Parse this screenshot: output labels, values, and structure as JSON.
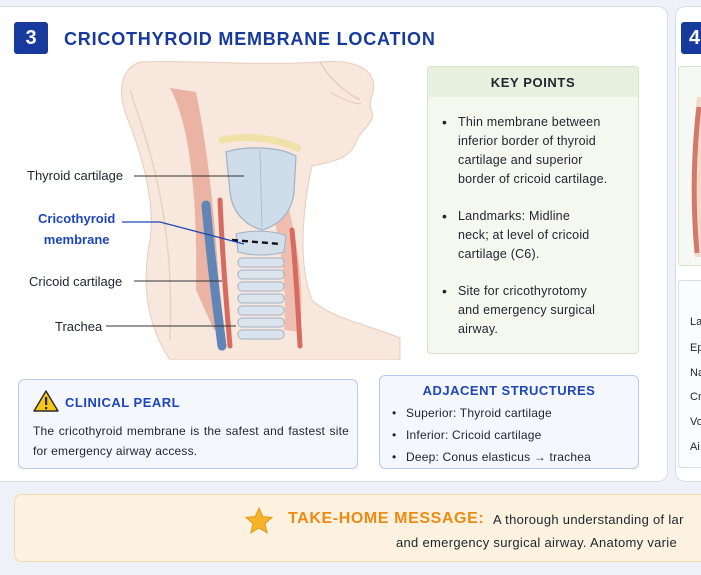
{
  "section": {
    "number": "3",
    "title": "CRICOTHYROID MEMBRANE LOCATION"
  },
  "illustration_labels": {
    "thyroid": "Thyroid cartilage",
    "cricothyroid_line1": "Cricothyroid",
    "cricothyroid_line2": "membrane",
    "cricoid": "Cricoid cartilage",
    "trachea": "Trachea"
  },
  "key_points": {
    "title": "KEY POINTS",
    "items": [
      {
        "bullet": "•",
        "lines": [
          "Thin membrane between",
          "inferior border of thyroid",
          "cartilage and superior",
          "border of cricoid cartilage."
        ]
      },
      {
        "bullet": "•",
        "lines": [
          "Landmarks: Midline",
          "neck; at level of cricoid",
          "cartilage (C6)."
        ]
      },
      {
        "bullet": "•",
        "lines": [
          "Site for cricothyrotomy",
          "and emergency surgical",
          "airway."
        ]
      }
    ]
  },
  "clinical_pearl": {
    "icon": "warning-icon",
    "title": "CLINICAL PEARL",
    "body": "The cricothyroid membrane is the safest and fastest site for emergency airway access."
  },
  "adjacent_structures": {
    "title": "ADJACENT STRUCTURES",
    "items": [
      {
        "bullet": "•",
        "text": "Superior:  Thyroid cartilage"
      },
      {
        "bullet": "•",
        "text": "Inferior:  Cricoid cartilage"
      },
      {
        "bullet": "•",
        "text": "Deep:  Conus elasticus → trachea"
      }
    ]
  },
  "next_section": {
    "number": "4",
    "row_fragments": [
      "La",
      "Ep",
      "Na",
      "Cr",
      "Vo",
      "Ai"
    ]
  },
  "take_home": {
    "icon": "star-icon",
    "label": "TAKE-HOME MESSAGE:",
    "line1": "A thorough understanding of lar",
    "line2": "and emergency surgical airway. Anatomy varie"
  },
  "colors": {
    "primary_blue": "#173a9c",
    "accent_blue": "#1f46b7",
    "take_home_orange": "#ee8a14",
    "warning_yellow": "#f5c518"
  }
}
